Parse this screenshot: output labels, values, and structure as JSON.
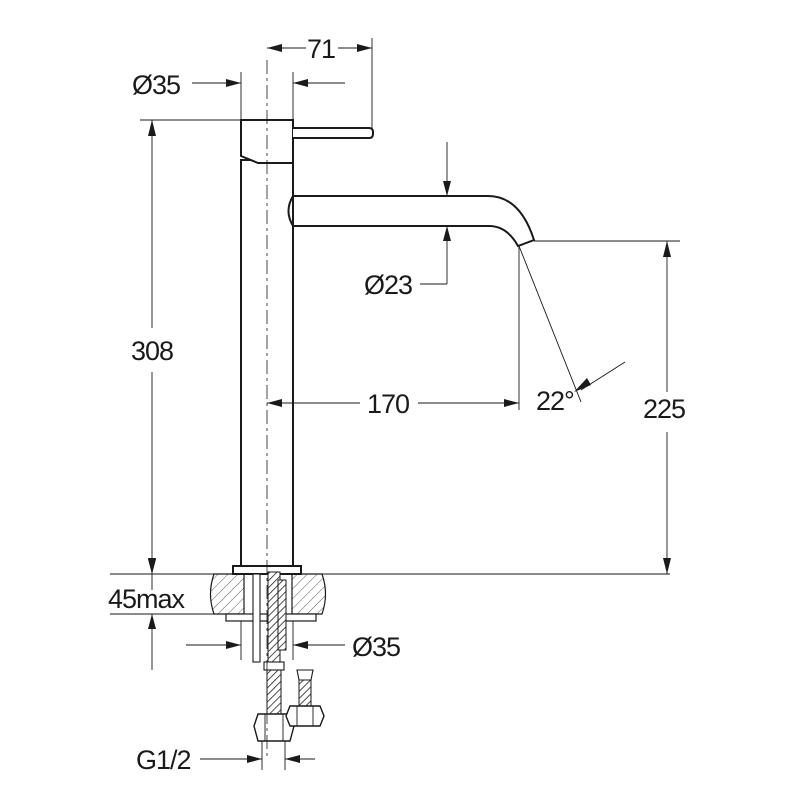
{
  "drawing": {
    "dimensions": {
      "handle_reach": "71",
      "body_diameter": "Ø35",
      "total_height": "308",
      "spout_diameter": "Ø23",
      "spout_reach": "170",
      "spout_angle": "22°",
      "spout_height": "225",
      "max_deck_thickness": "45max",
      "mounting_diameter": "Ø35",
      "connection_thread": "G1/2"
    }
  }
}
